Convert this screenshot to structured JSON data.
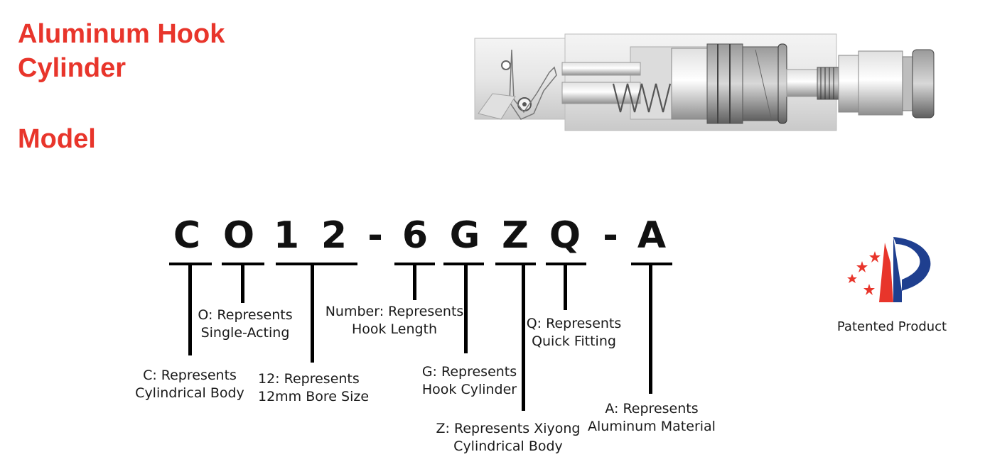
{
  "title": {
    "line1": "Aluminum Hook",
    "line2": "Cylinder",
    "line3": "Model"
  },
  "model_code": [
    "C",
    "O",
    "1",
    "2",
    "-",
    "6",
    "G",
    "Z",
    "Q",
    "-",
    "A"
  ],
  "labels": {
    "c": {
      "line1": "C: Represents",
      "line2": "Cylindrical Body"
    },
    "o": {
      "line1": "O: Represents",
      "line2": "Single-Acting"
    },
    "bore": {
      "line1": "12: Represents",
      "line2": "12mm Bore Size"
    },
    "number": {
      "line1": "Number: Represents",
      "line2": "Hook Length"
    },
    "g": {
      "line1": "G: Represents",
      "line2": "Hook Cylinder"
    },
    "z": {
      "line1": "Z: Represents Xiyong",
      "line2": "Cylindrical Body"
    },
    "q": {
      "line1": "Q: Represents",
      "line2": "Quick Fitting"
    },
    "a": {
      "line1": "A: Represents",
      "line2": "Aluminum Material"
    }
  },
  "patent": {
    "text": "Patented Product"
  },
  "colors": {
    "title": "#e8352b",
    "logo_red": "#e8352b",
    "logo_blue": "#1f3f8f"
  },
  "icons": {
    "device": "hook-cylinder-cutaway-drawing",
    "patent": "patent-mark-icon"
  }
}
